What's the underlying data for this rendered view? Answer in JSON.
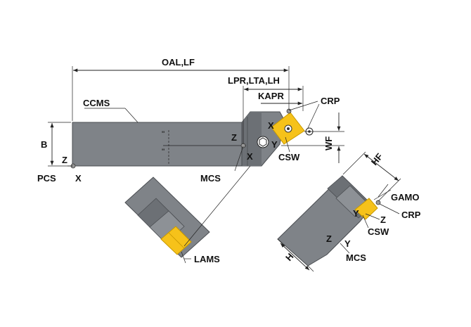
{
  "colors": {
    "tool_body": "#7f8388",
    "tool_dark": "#5d6166",
    "tool_light": "#9ea2a7",
    "insert": "#f6c21a",
    "insert_edge": "#c79800",
    "background": "#ffffff",
    "line": "#222222"
  },
  "labels": {
    "oal_lf": "OAL,LF",
    "lpr_lta_lh": "LPR,LTA,LH",
    "kapr": "KAPR",
    "crp_top": "CRP",
    "ccms": "CCMS",
    "b": "B",
    "wf": "WF",
    "z_pcs": "Z",
    "pcs": "PCS",
    "x_pcs": "X",
    "z_mcs": "Z",
    "x_mcs": "X",
    "mcs_top": "MCS",
    "x_insert": "X",
    "y_insert": "Y",
    "csw_top": "CSW",
    "lams": "LAMS",
    "hf": "HF",
    "gamo": "GAMO",
    "crp_side": "CRP",
    "y_side": "Y",
    "z_side": "Z",
    "csw_side": "CSW",
    "h": "H",
    "z_side_mcs": "Z",
    "y_side_mcs": "Y",
    "mcs_side": "MCS"
  },
  "icons": {
    "screw": "hex-screw-icon",
    "coordinate_point": "dot-icon"
  }
}
